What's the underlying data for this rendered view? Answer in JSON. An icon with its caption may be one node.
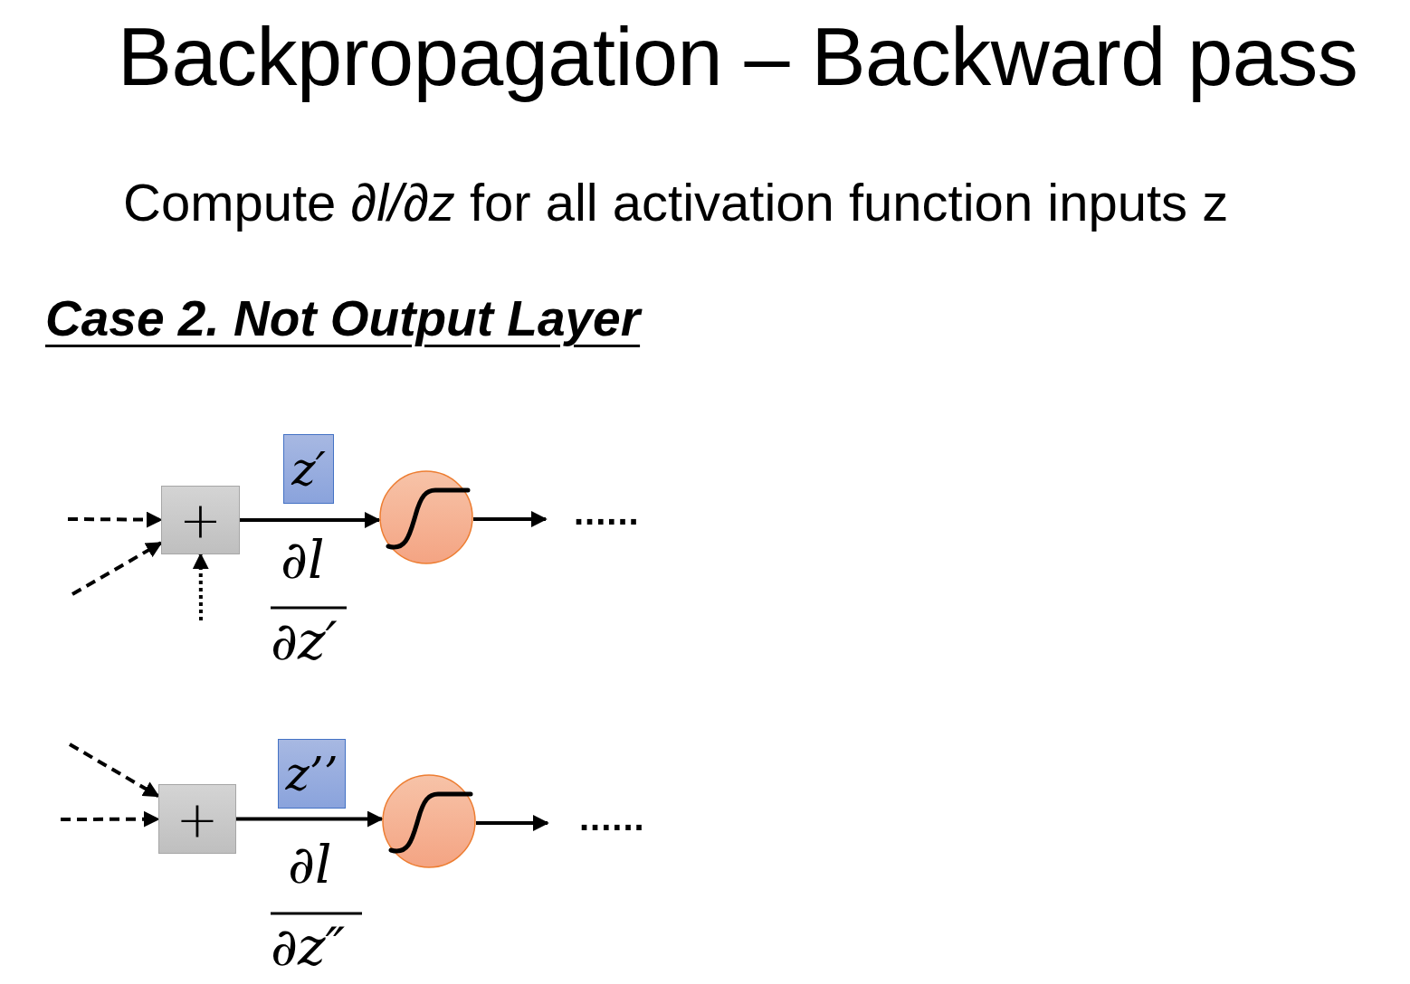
{
  "diagram": {
    "title": "Backpropagation – Backward pass",
    "nodes": [
      {
        "text": [
          "+"
        ]
      },
      {
        "text": [],
        "shape": "circle"
      },
      {
        "text": [
          "z′"
        ]
      },
      {
        "text": [
          "+"
        ]
      },
      {
        "text": [],
        "shape": "circle"
      },
      {
        "text": [
          "z’’"
        ]
      }
    ],
    "edges": [
      {
        "from": null,
        "to": 0,
        "arrow": "to",
        "style": "dashed"
      },
      {
        "from": null,
        "to": 0,
        "arrow": "to",
        "style": "dashed"
      },
      {
        "from": null,
        "to": 0,
        "arrow": "to",
        "style": "dashed"
      },
      {
        "from": 0,
        "to": 1,
        "arrow": "to"
      },
      {
        "from": 1,
        "to": null,
        "arrow": "to"
      },
      {
        "from": null,
        "to": 3,
        "arrow": "to",
        "style": "dashed"
      },
      {
        "from": null,
        "to": 3,
        "arrow": "to",
        "style": "dashed"
      },
      {
        "from": 3,
        "to": 4,
        "arrow": "to"
      },
      {
        "from": 4,
        "to": null,
        "arrow": "to"
      }
    ],
    "labels": [
      "Compute *∂l/∂z* for all activation function inputs z",
      "Case 2. Not Output Layer",
      "∂l",
      "∂z′",
      "......",
      "∂l",
      "∂z″",
      "......"
    ]
  }
}
